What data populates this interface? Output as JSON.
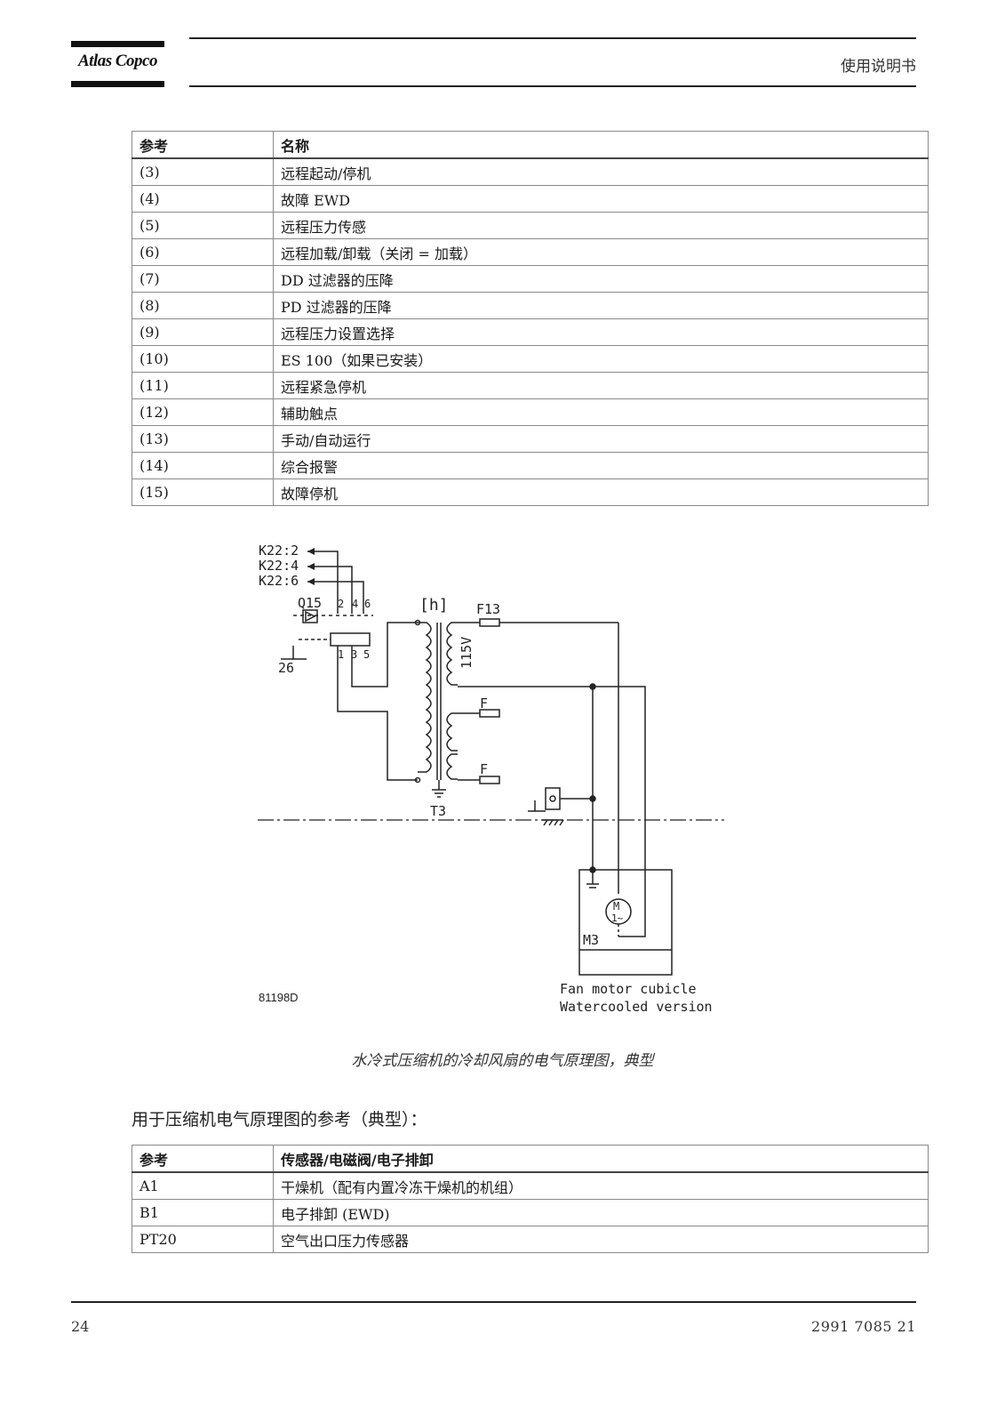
{
  "header": {
    "brand": "Atlas Copco",
    "doc_title": "使用说明书"
  },
  "table1": {
    "headers": [
      "参考",
      "名称"
    ],
    "rows": [
      [
        "(3)",
        "远程起动/停机"
      ],
      [
        "(4)",
        "故障 EWD"
      ],
      [
        "(5)",
        "远程压力传感"
      ],
      [
        "(6)",
        "远程加载/卸载（关闭 = 加载）"
      ],
      [
        "(7)",
        "DD 过滤器的压降"
      ],
      [
        "(8)",
        "PD 过滤器的压降"
      ],
      [
        "(9)",
        "远程压力设置选择"
      ],
      [
        "(10)",
        "ES 100（如果已安装）"
      ],
      [
        "(11)",
        "远程紧急停机"
      ],
      [
        "(12)",
        "辅助触点"
      ],
      [
        "(13)",
        "手动/自动运行"
      ],
      [
        "(14)",
        "综合报警"
      ],
      [
        "(15)",
        "故障停机"
      ]
    ]
  },
  "diagram": {
    "labels": {
      "k22_2": "K22:2",
      "k22_4": "K22:4",
      "k22_6": "K22:6",
      "q15": "Q15",
      "term_2": "2",
      "term_4": "4",
      "term_6": "6",
      "term_1": "1",
      "term_3": "3",
      "term_5": "5",
      "term_26": "26",
      "h": "[h]",
      "f13": "F13",
      "v115": "115V",
      "f_a": "F",
      "f_b": "F",
      "t3": "T3",
      "m3": "M3",
      "motor_m": "M",
      "motor_1": "1~",
      "fan_line1": "Fan motor cubicle",
      "fan_line2": "Watercooled version",
      "code": "81198D"
    }
  },
  "caption": "水冷式压缩机的冷却风扇的电气原理图，典型",
  "paragraph": "用于压缩机电气原理图的参考（典型）：",
  "table2": {
    "headers": [
      "参考",
      "传感器/电磁阀/电子排卸"
    ],
    "rows": [
      [
        "A1",
        "干燥机（配有内置冷冻干燥机的机组）"
      ],
      [
        "B1",
        "电子排卸 (EWD)"
      ],
      [
        "PT20",
        "空气出口压力传感器"
      ]
    ]
  },
  "footer": {
    "page": "24",
    "doc_number": "2991 7085 21"
  }
}
